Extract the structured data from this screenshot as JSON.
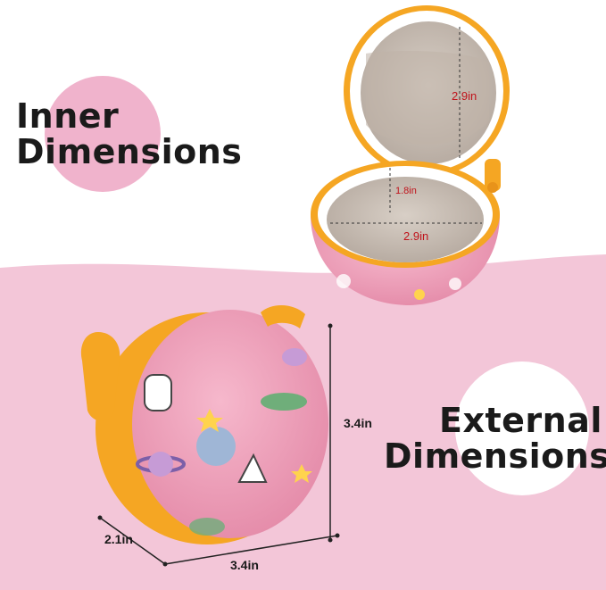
{
  "labels": {
    "inner_line1": "Inner",
    "inner_line2": "Dimensions",
    "external_line1": "External",
    "external_line2": "Dimensions"
  },
  "measurements": {
    "inner_lid_width": "2.9in",
    "inner_depth": "1.8in",
    "inner_base_width": "2.9in",
    "external_height": "3.4in",
    "external_depth": "2.1in",
    "external_width": "3.4in"
  },
  "colors": {
    "background_pink": "#f3c6d8",
    "circle_pink": "#f0b3cc",
    "case_pink": "#f2a6c0",
    "zipper_orange": "#f5a623",
    "lining_gray": "#c9beb4",
    "text_dark": "#1a1a1a",
    "measure_red": "#c0141c"
  }
}
